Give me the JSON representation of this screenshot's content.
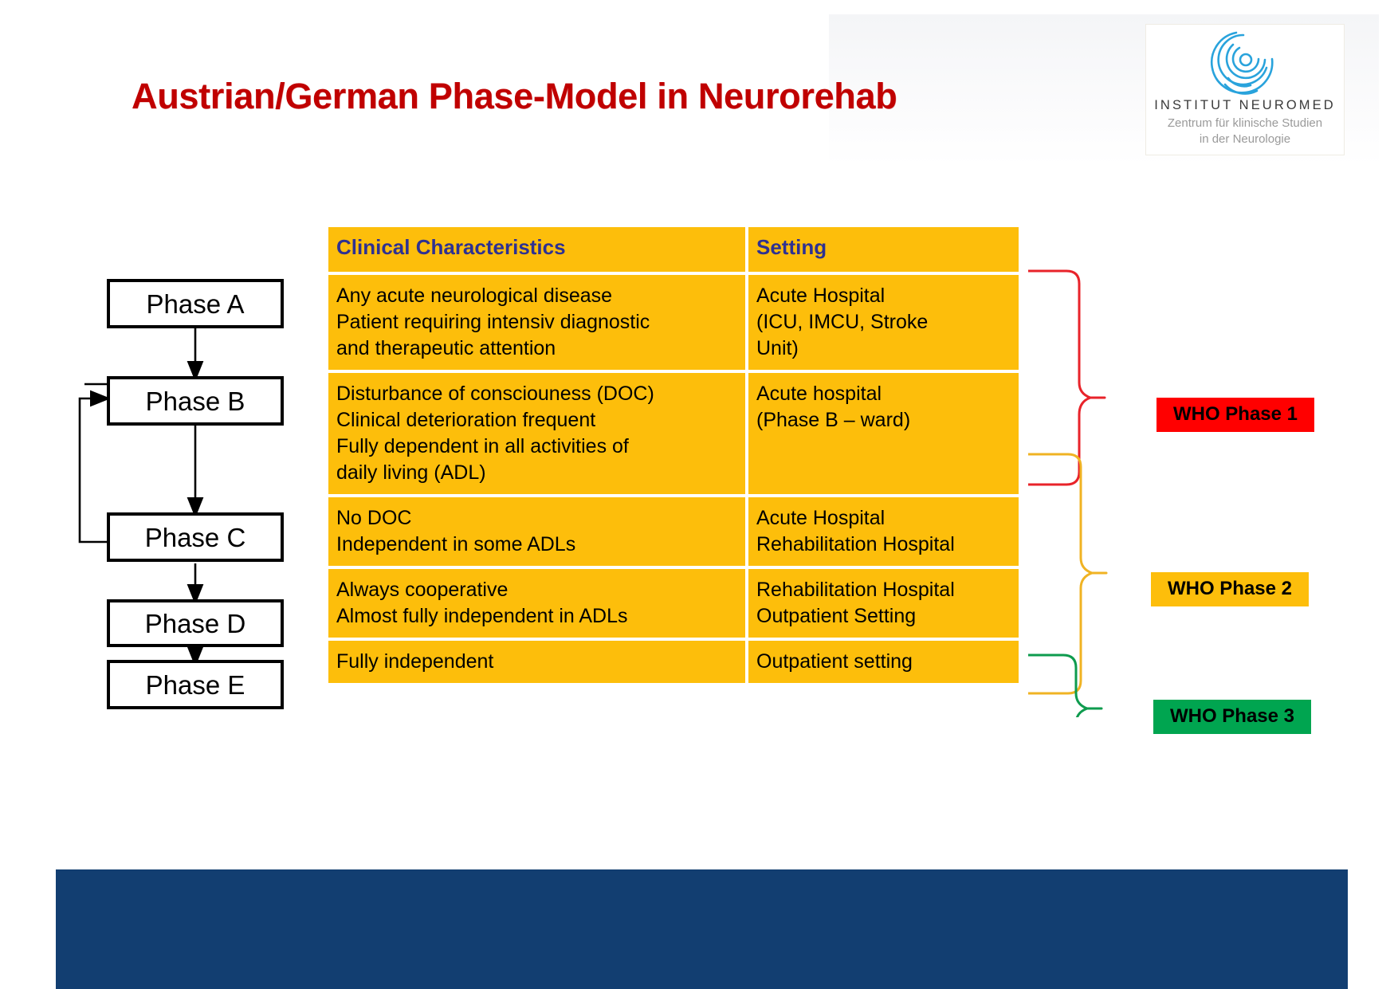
{
  "slide": {
    "title": "Austrian/German Phase-Model in Neurorehab",
    "accent_red": "#C00000",
    "table_amber": "#FDBE0B",
    "header_navy": "#2E3192",
    "footer_navy": "#123E71"
  },
  "logo": {
    "mark_name": "neuromed-spiral-logo",
    "mark_color": "#29A3DC",
    "name": "INSTITUT NEUROMED",
    "subtitle_line1": "Zentrum für klinische Studien",
    "subtitle_line2": "in der Neurologie"
  },
  "phase_flow": {
    "boxes": [
      {
        "id": "a",
        "label": "Phase A"
      },
      {
        "id": "b",
        "label": "Phase B"
      },
      {
        "id": "c",
        "label": "Phase C"
      },
      {
        "id": "d",
        "label": "Phase D"
      },
      {
        "id": "e",
        "label": "Phase E"
      }
    ],
    "arrows": [
      "Phase A to Phase B",
      "Phase B to Phase C",
      "Phase C to Phase D",
      "Phase D to Phase E",
      "Phase C back to Phase B (feedback loop)"
    ]
  },
  "table": {
    "headers": {
      "clinical": "Clinical Characteristics",
      "setting": "Setting"
    },
    "rows": [
      {
        "clinical": [
          "Any acute neurological disease",
          "Patient requiring intensiv diagnostic",
          "and therapeutic attention"
        ],
        "setting": [
          "Acute Hospital",
          "(ICU, IMCU, Stroke",
          "Unit)"
        ]
      },
      {
        "clinical": [
          "Disturbance of consciouness (DOC)",
          "Clinical deterioration frequent",
          "Fully dependent in all activities of",
          "daily living (ADL)"
        ],
        "setting": [
          "Acute hospital",
          "(Phase B – ward)"
        ]
      },
      {
        "clinical": [
          "No DOC",
          "Independent in some ADLs"
        ],
        "setting": [
          "Acute Hospital",
          "Rehabilitation Hospital"
        ]
      },
      {
        "clinical": [
          "Always cooperative",
          "Almost fully independent in ADLs"
        ],
        "setting": [
          "Rehabilitation Hospital",
          "Outpatient Setting"
        ]
      },
      {
        "clinical": [
          "Fully independent"
        ],
        "setting": [
          "Outpatient setting"
        ]
      }
    ]
  },
  "who_phases": [
    {
      "label": "WHO Phase 1",
      "color": "#FF0000",
      "brace_color": "#E8232A"
    },
    {
      "label": "WHO Phase 2",
      "color": "#FDBE0B",
      "brace_color": "#F0B323"
    },
    {
      "label": "WHO Phase 3",
      "color": "#00A550",
      "brace_color": "#0E9B4E"
    }
  ]
}
